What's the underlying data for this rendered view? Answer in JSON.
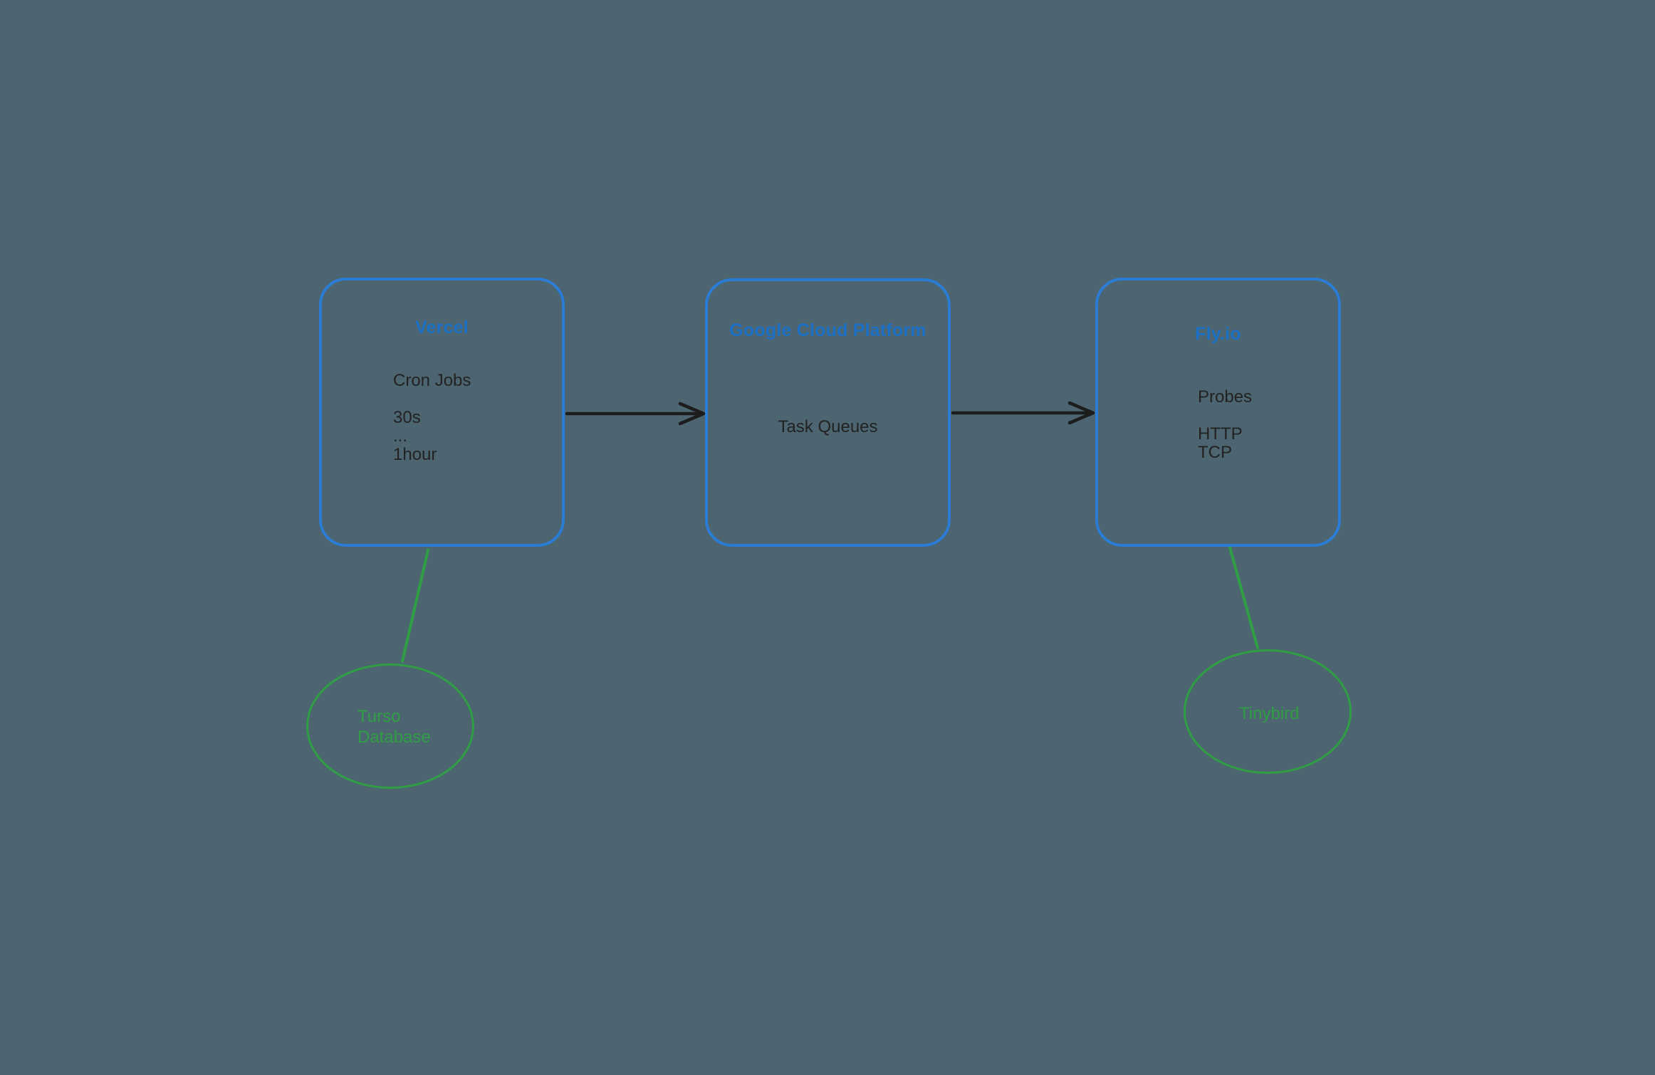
{
  "diagram": {
    "background_color": "#4c6570",
    "node_border_color": "#2b7cd4",
    "node_title_color": "#1b6fc4",
    "body_text_color": "#222222",
    "arrow_color": "#1c1c1c",
    "green_color": "#2f9e44",
    "nodes": [
      {
        "title": "Vercel",
        "body": [
          "Cron Jobs",
          "30s",
          "...",
          "1hour"
        ]
      },
      {
        "title": "Google Cloud Platform",
        "body": [
          "Task Queues"
        ]
      },
      {
        "title": "Fly.io",
        "body": [
          "Probes",
          "HTTP",
          "TCP"
        ]
      }
    ],
    "databases": [
      {
        "label": "Turso\nDatabase"
      },
      {
        "label": "Tinybird"
      }
    ],
    "connections": [
      {
        "from": "Vercel",
        "to": "Google Cloud Platform",
        "style": "black-arrow"
      },
      {
        "from": "Google Cloud Platform",
        "to": "Fly.io",
        "style": "black-arrow"
      },
      {
        "from": "Vercel",
        "to": "Turso Database",
        "style": "green-line"
      },
      {
        "from": "Fly.io",
        "to": "Tinybird",
        "style": "green-line"
      }
    ]
  }
}
